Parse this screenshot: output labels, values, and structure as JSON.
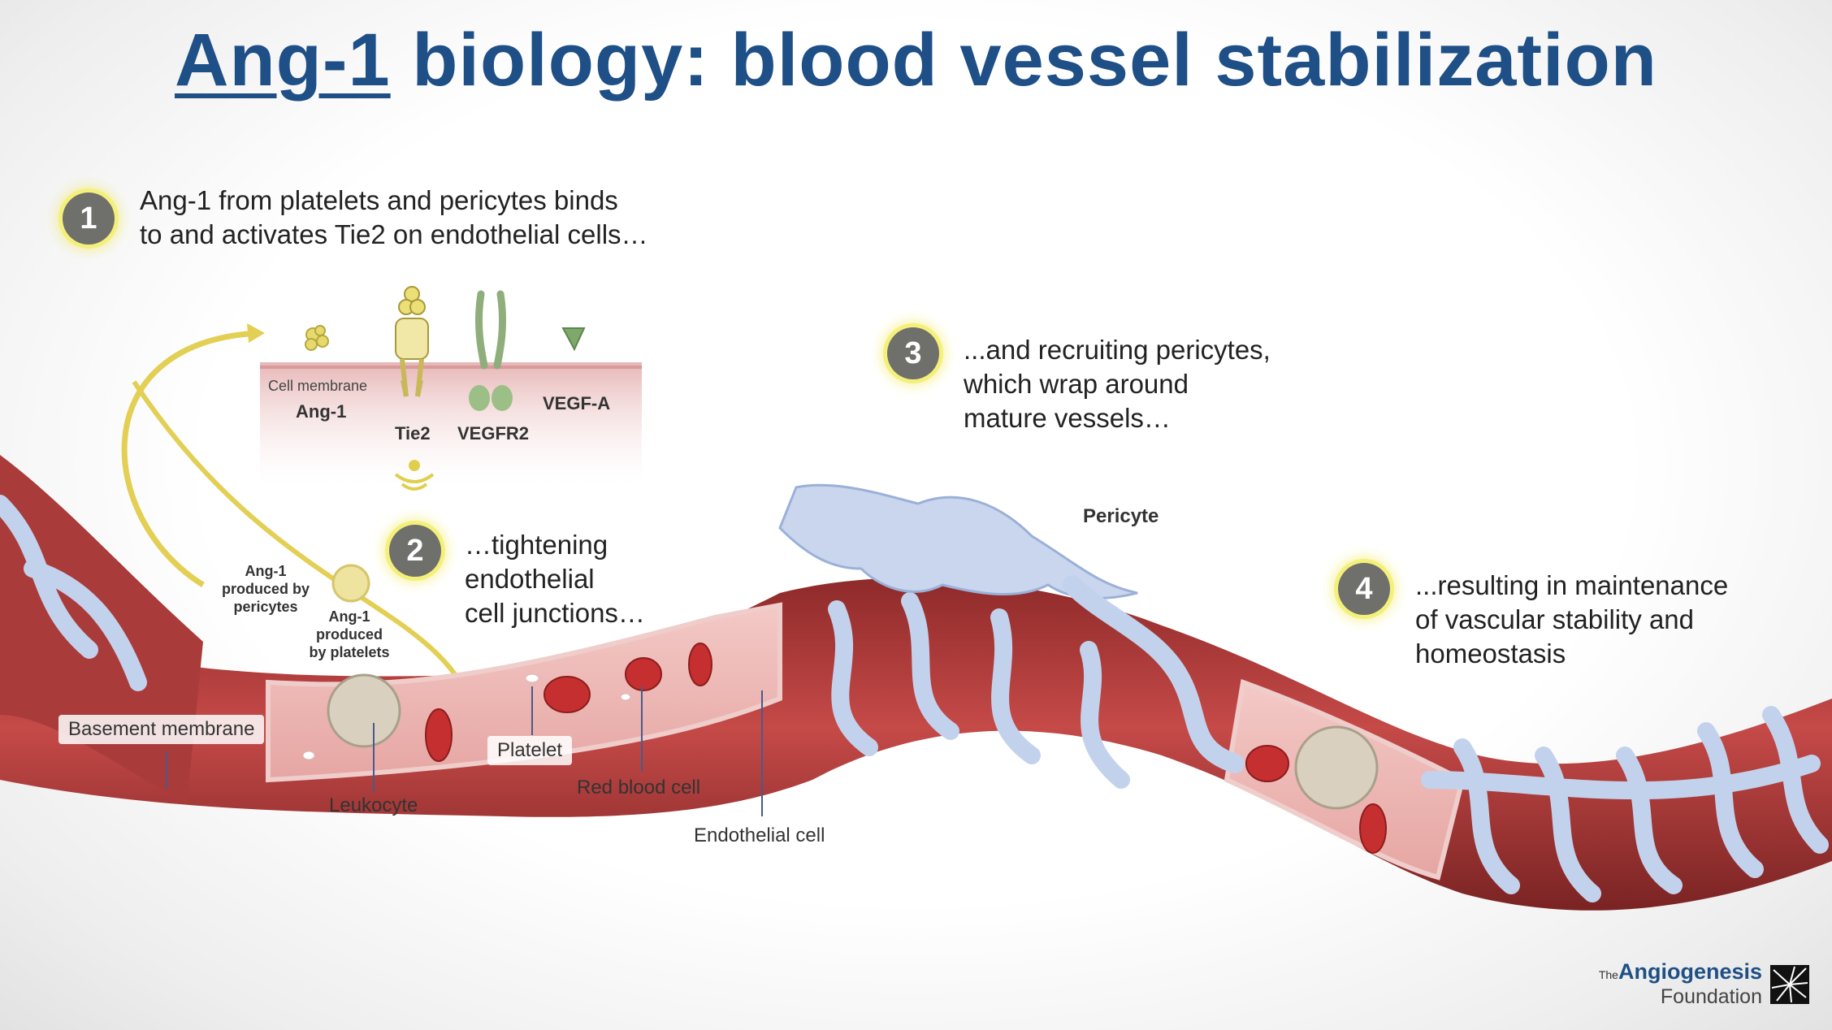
{
  "title": {
    "underlined": "Ang-1",
    "rest": " biology: blood vessel stabilization"
  },
  "steps": [
    {
      "number": "1",
      "lines": [
        "Ang-1 from platelets and pericytes binds",
        "to and activates Tie2 on endothelial cells…"
      ]
    },
    {
      "number": "2",
      "lines": [
        "…tightening",
        "endothelial",
        "cell junctions…"
      ]
    },
    {
      "number": "3",
      "lines": [
        "...and recruiting pericytes,",
        "which wrap around",
        "mature vessels…"
      ]
    },
    {
      "number": "4",
      "lines": [
        "...resulting in maintenance",
        "of vascular stability and",
        "homeostasis"
      ]
    }
  ],
  "membrane_inset": {
    "membrane_label": "Cell membrane",
    "molecules": [
      "Ang-1",
      "Tie2",
      "VEGFR2",
      "VEGF-A"
    ]
  },
  "labels": {
    "ang1_pericytes": [
      "Ang-1",
      "produced by",
      "pericytes"
    ],
    "ang1_platelets": [
      "Ang-1",
      "produced",
      "by platelets"
    ],
    "basement_membrane": "Basement membrane",
    "leukocyte": "Leukocyte",
    "platelet": "Platelet",
    "red_blood_cell": "Red blood cell",
    "endothelial_cell": "Endothelial cell",
    "pericyte": "Pericyte"
  },
  "logo": {
    "the": "The",
    "main": "Angiogenesis",
    "sub": "Foundation"
  },
  "colors": {
    "title": "#1e4f86",
    "vessel": "#b23a3a",
    "pericyte": "#c9d6ee",
    "highlight": "#f4f07a",
    "step_circle": "#6f6f6b"
  }
}
